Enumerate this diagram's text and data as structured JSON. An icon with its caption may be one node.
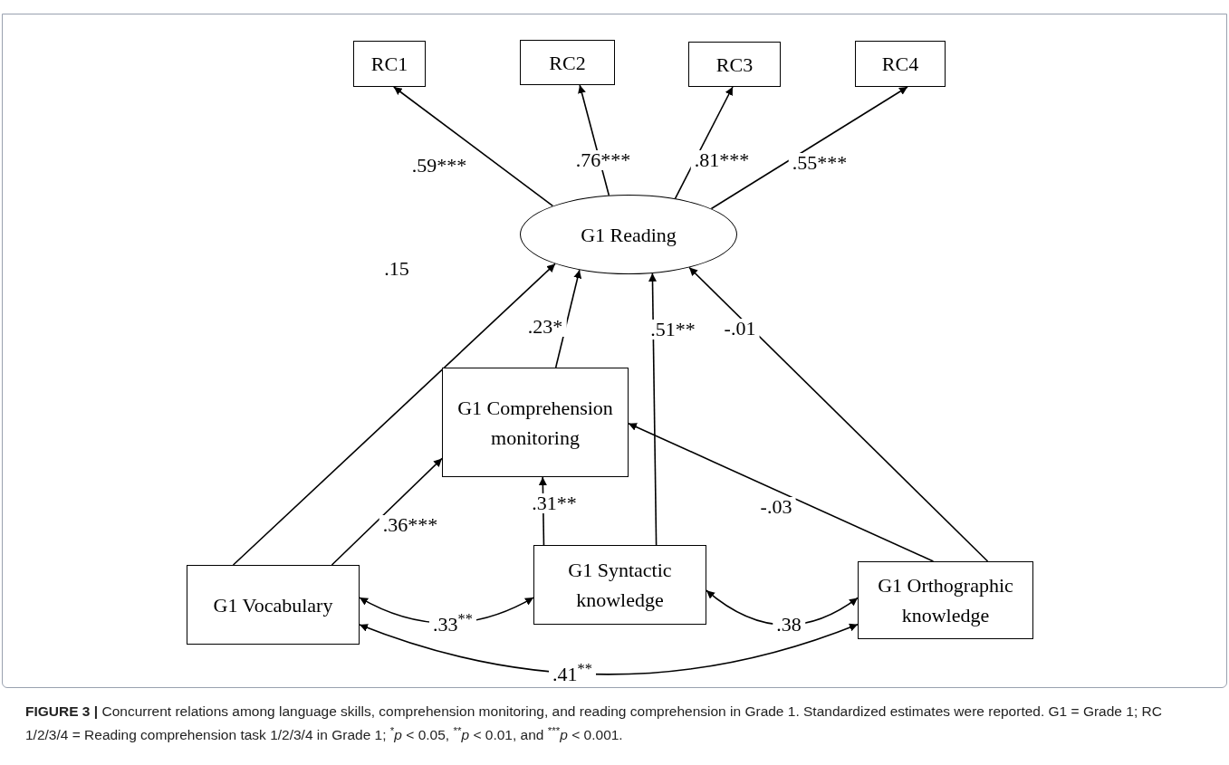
{
  "diagram": {
    "caption": "**FIGURE 3 |** Concurrent relations among language skills, comprehension monitoring, and reading comprehension in Grade 1. Standardized estimates were reported. G1 = Grade 1; RC 1/2/3/4 = Reading comprehension task 1/2/3/4 in Grade 1; $^{*}$*p* < 0.05, $^{**}$*p* < 0.01, and $^{***}$*p* < 0.001.",
    "nodes": [
      {
        "text": [
          "RC1"
        ]
      },
      {
        "text": [
          "RC2"
        ]
      },
      {
        "text": [
          "RC3"
        ]
      },
      {
        "text": [
          "RC4"
        ]
      },
      {
        "text": [
          "G1 Reading"
        ]
      },
      {
        "text": [
          "G1 Comprehension monitoring"
        ]
      },
      {
        "text": [
          "G1 Vocabulary"
        ]
      },
      {
        "text": [
          "G1 Syntactic knowledge"
        ]
      },
      {
        "text": [
          "G1 Orthographic knowledge"
        ]
      }
    ],
    "edges": [
      {
        "from": 4,
        "to": 0,
        "arrow": "to",
        "label": ".59***"
      },
      {
        "from": 4,
        "to": 1,
        "arrow": "to",
        "label": ".76***"
      },
      {
        "from": 4,
        "to": 2,
        "arrow": "to",
        "label": ".81***"
      },
      {
        "from": 4,
        "to": 3,
        "arrow": "to",
        "label": ".55***"
      },
      {
        "from": 6,
        "to": 4,
        "arrow": "to",
        "label": ".15"
      },
      {
        "from": 5,
        "to": 4,
        "arrow": "to",
        "label": ".23*"
      },
      {
        "from": 7,
        "to": 4,
        "arrow": "to",
        "label": ".51**"
      },
      {
        "from": 8,
        "to": 4,
        "arrow": "to",
        "label": "-.01"
      },
      {
        "from": 6,
        "to": 5,
        "arrow": "to",
        "label": ".36***"
      },
      {
        "from": 7,
        "to": 5,
        "arrow": "to",
        "label": ".31**"
      },
      {
        "from": 8,
        "to": 5,
        "arrow": "to",
        "label": "-.03"
      },
      {
        "from": 6,
        "to": 7,
        "arrow": "both",
        "label": ".33$^{**}$"
      },
      {
        "from": 7,
        "to": 8,
        "arrow": "both",
        "label": ".38"
      },
      {
        "from": 6,
        "to": 8,
        "arrow": "both",
        "label": ".41$^{**}$"
      }
    ]
  }
}
